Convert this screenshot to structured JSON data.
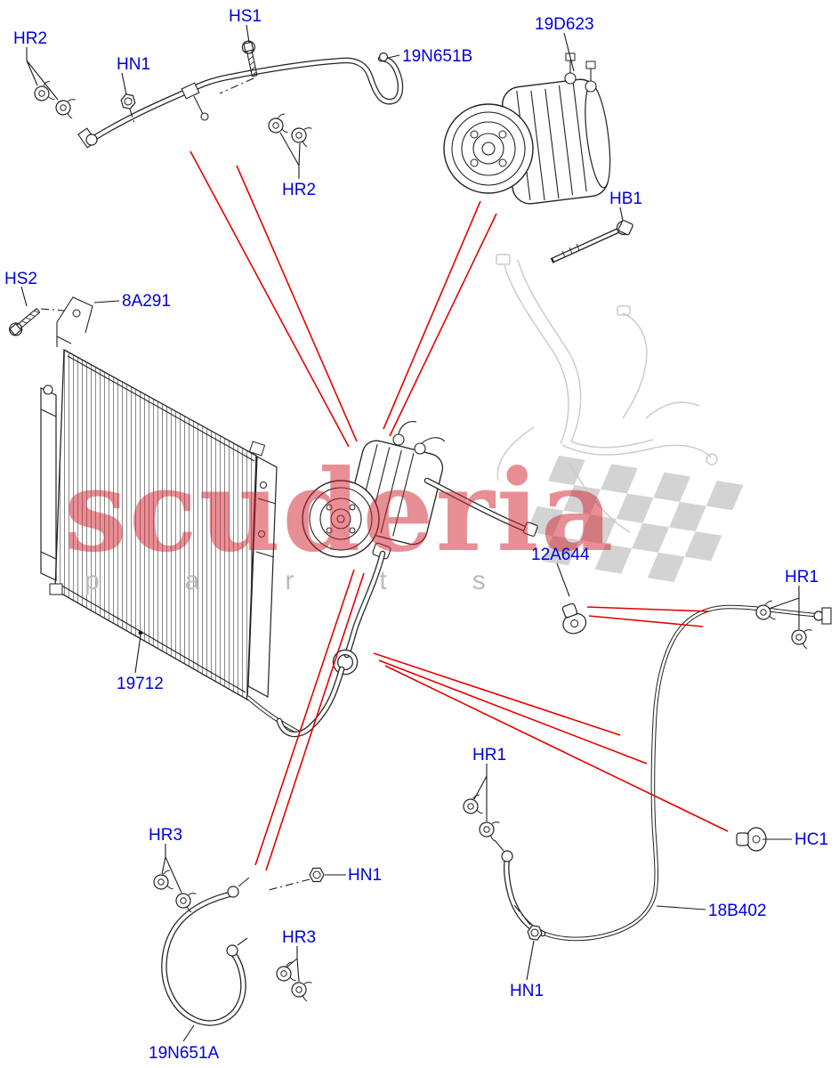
{
  "watermark": {
    "brand": "scuderia",
    "subtitle": "parts"
  },
  "colors": {
    "label_blue": "#0000DC",
    "leader_red": "#E60000",
    "line_black": "#1A1A1A",
    "ghost_gray": "#CCCCCC",
    "watermark_red": "#D0202C",
    "watermark_gray": "#BBBBBB"
  },
  "labels": [
    {
      "name": "clamp-label-hr2-top",
      "text": "HR2"
    },
    {
      "name": "bolt-label-hs1",
      "text": "HS1"
    },
    {
      "name": "nut-label-hn1-top",
      "text": "HN1"
    },
    {
      "name": "hose-label-19n651b",
      "text": "19N651B"
    },
    {
      "name": "compressor-label-19d623",
      "text": "19D623"
    },
    {
      "name": "clamp-label-hr2-mid",
      "text": "HR2"
    },
    {
      "name": "bolt-label-hb1",
      "text": "HB1"
    },
    {
      "name": "bolt-label-hs2",
      "text": "HS2"
    },
    {
      "name": "bracket-label-8a291",
      "text": "8A291"
    },
    {
      "name": "condenser-label-19712",
      "text": "19712"
    },
    {
      "name": "valve-label-12a644",
      "text": "12A644"
    },
    {
      "name": "clamp-label-hr1-right",
      "text": "HR1"
    },
    {
      "name": "clamp-label-hr1-mid",
      "text": "HR1"
    },
    {
      "name": "valve-label-hc1",
      "text": "HC1"
    },
    {
      "name": "clamp-label-hr3-upper",
      "text": "HR3"
    },
    {
      "name": "nut-label-hn1-mid",
      "text": "HN1"
    },
    {
      "name": "clamp-label-hr3-lower",
      "text": "HR3"
    },
    {
      "name": "nut-label-hn1-bottom",
      "text": "HN1"
    },
    {
      "name": "pipe-label-18b402",
      "text": "18B402"
    },
    {
      "name": "hose-label-19n651a",
      "text": "19N651A"
    }
  ]
}
